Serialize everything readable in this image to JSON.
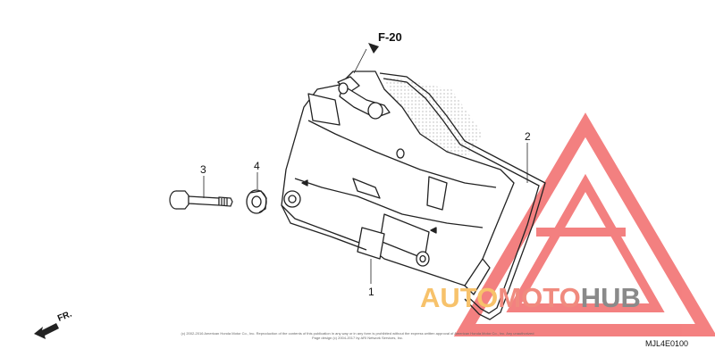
{
  "reference": {
    "label": "F-20"
  },
  "callouts": [
    {
      "number": "1",
      "part": "cylinder-head-cover"
    },
    {
      "number": "2",
      "part": "head-cover-gasket"
    },
    {
      "number": "3",
      "part": "head-cover-bolt"
    },
    {
      "number": "4",
      "part": "rubber-mount-washer"
    }
  ],
  "direction": {
    "label": "FR."
  },
  "copyright": {
    "line1": "(c) 2002-2016 American Honda Motor Co., Inc. Reproduction of the contents of this publication in any way or in any form is prohibited without the express written approval of American Honda Motor Co., Inc. Any unauthorized",
    "line2": "Page design (c) 2004-2017 by ARI Network Services, Inc."
  },
  "diagram_code": "MJL4E0100",
  "watermark": {
    "part1": "AUTO",
    "part2": "MOTO",
    "part3": "HUB",
    "color_light": "#f7c26b",
    "color_red": "#f08a7e",
    "color_dark": "#8a8a8a"
  },
  "colors": {
    "line": "#222222",
    "hatch": "#bdbdbd",
    "logo": "#f26b6b"
  }
}
